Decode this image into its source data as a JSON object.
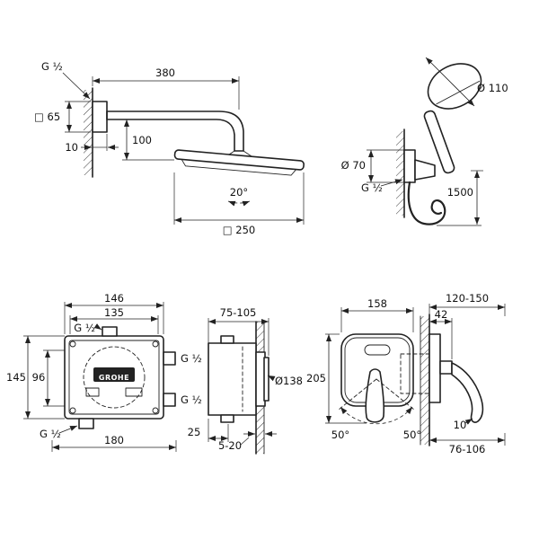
{
  "meta": {
    "background": "#ffffff",
    "ink": "#222222",
    "description": "Technical dimension drawing of shower system: head shower with arm, hand shower with holder and hose, concealed rough-in box and single-lever trim"
  },
  "head_shower": {
    "thread": "G ½",
    "arm_length": "380",
    "flange_size": "□ 65",
    "flange_depth": "10",
    "drop": "100",
    "tilt": "20°",
    "head_size": "□ 250"
  },
  "hand_shower": {
    "head_diameter": "Ø 110",
    "holder_diameter": "Ø 70",
    "thread": "G ½",
    "hose_length": "1500"
  },
  "rough_in": {
    "brand": "GROHE",
    "width_total": "146",
    "width_inner": "135",
    "thread_top": "G ½",
    "height_total": "145",
    "height_inner": "96",
    "thread_right_top": "G ½",
    "thread_right_bottom": "G ½",
    "thread_bottom": "G ½",
    "width_bottom": "180",
    "install_depth": "75-105",
    "collar_diameter": "Ø138",
    "bottom_offset": "25",
    "plaster_range": "5-20"
  },
  "trim": {
    "width": "158",
    "height": "205",
    "swing_left": "50°",
    "swing_right": "50°",
    "depth_range": "120-150",
    "escutcheon_depth": "42",
    "lever_clearance": "10",
    "depth_range_alt": "76-106"
  }
}
